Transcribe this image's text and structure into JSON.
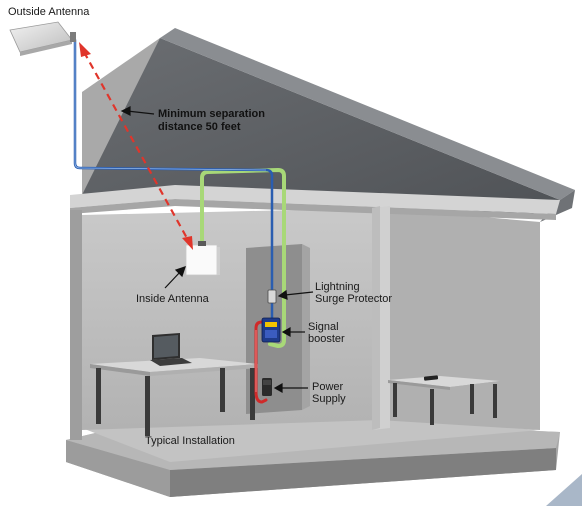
{
  "labels": {
    "outside_antenna": "Outside Antenna",
    "separation_line1": "Minimum separation",
    "separation_line2": "distance 50 feet",
    "inside_antenna": "Inside Antenna",
    "lightning_line1": "Lightning",
    "lightning_line2": "Surge Protector",
    "signal_line1": "Signal",
    "signal_line2": "booster",
    "power_line1": "Power",
    "power_line2": "Supply",
    "typical_installation": "Typical Installation"
  },
  "colors": {
    "coax_cable": "#2a5db0",
    "fiber_cable": "#a8d878",
    "power_cable": "#d02a2a",
    "separation_arrow": "#e0352b",
    "roof": "#5f6266",
    "walls": "#b9b9b9",
    "floor_slab": "#9a9a9a"
  }
}
